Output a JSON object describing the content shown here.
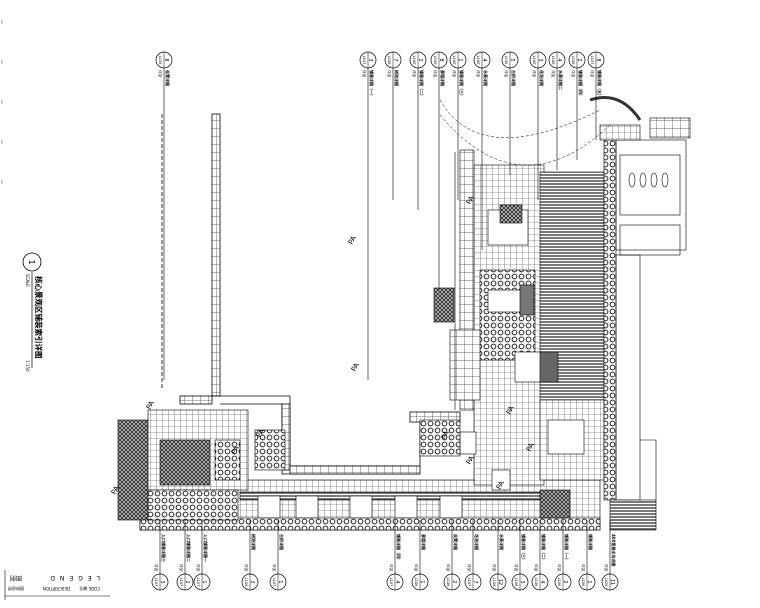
{
  "title": {
    "number": "1",
    "text": "核心景观区铺装索引详图",
    "scale_label": "SCALE",
    "scale": "1:150"
  },
  "legend": {
    "heading": "LEGEND",
    "heading_cn": "图例",
    "code_label": "CODE 编号",
    "description_label": "DESCRIPTION",
    "description_cn": "图例说明"
  },
  "area_label": "PA",
  "callouts_top": [
    {
      "num": "8",
      "sheet": "L105",
      "ref": "详见",
      "label": "坐凳详图"
    },
    {
      "num": "3",
      "sheet": "L107",
      "ref": "详见",
      "label": "铺装详图（一）"
    },
    {
      "num": "7",
      "sheet": "L106",
      "ref": "详见",
      "label": "树池详图"
    },
    {
      "num": "2",
      "sheet": "L106",
      "ref": "详见",
      "label": "铺装详图（二）"
    },
    {
      "num": "8",
      "sheet": "L106",
      "ref": "详见",
      "label": "景墙详图"
    },
    {
      "num": "1",
      "sheet": "L106",
      "ref": "详见",
      "label": "铺装详图（三）"
    },
    {
      "num": "4",
      "sheet": "L106",
      "ref": "详见",
      "label": "水景详图"
    },
    {
      "num": "5",
      "sheet": "L106",
      "ref": "详见",
      "label": "台阶详图"
    },
    {
      "num": "3",
      "sheet": "L106",
      "ref": "详见",
      "label": "花池详图"
    },
    {
      "num": "4",
      "sheet": "L106",
      "ref": "详见",
      "label": "水景详图二"
    },
    {
      "num": "2",
      "sheet": "L106",
      "ref": "详见",
      "label": "铺装详图（四）"
    },
    {
      "num": "8",
      "sheet": "L107",
      "ref": "详见",
      "label": "铺装详图（五）"
    }
  ],
  "callouts_bottom": [
    {
      "num": "3",
      "sheet": "L107",
      "ref": "详见",
      "label": "入口铺装详图三"
    },
    {
      "num": "2",
      "sheet": "L107",
      "ref": "详见",
      "label": "入口铺装详图二"
    },
    {
      "num": "1",
      "sheet": "L107",
      "ref": "详见",
      "label": "入口铺装详图一"
    },
    {
      "num": "3",
      "sheet": "L106",
      "ref": "详见",
      "label": "树池详图"
    },
    {
      "num": "1",
      "sheet": "L107",
      "ref": "详见",
      "label": "台阶详图"
    },
    {
      "num": "4",
      "sheet": "L107",
      "ref": "详见",
      "label": "铺装详图（四）"
    },
    {
      "num": "1",
      "sheet": "L106",
      "ref": "详见",
      "label": "景墙详图"
    },
    {
      "num": "2",
      "sheet": "L106",
      "ref": "详见",
      "label": "坐凳详图"
    },
    {
      "num": "7",
      "sheet": "L107",
      "ref": "详见",
      "label": "花池详图"
    },
    {
      "num": "12",
      "sheet": "L106",
      "ref": "详见",
      "label": "水景详图"
    },
    {
      "num": "3",
      "sheet": "L106",
      "ref": "详见",
      "label": "铺装详图（三）"
    },
    {
      "num": "4",
      "sheet": "L106",
      "ref": "详见",
      "label": "铺装详图（二）"
    },
    {
      "num": "2",
      "sheet": "L106",
      "ref": "详见",
      "label": "铺装详图（一）"
    },
    {
      "num": "1",
      "sheet": "L106",
      "ref": "详见",
      "label": "铺装详图"
    },
    {
      "num": "11",
      "sheet": "L020",
      "ref": "详见",
      "label": "400宽排水沟详图"
    }
  ]
}
